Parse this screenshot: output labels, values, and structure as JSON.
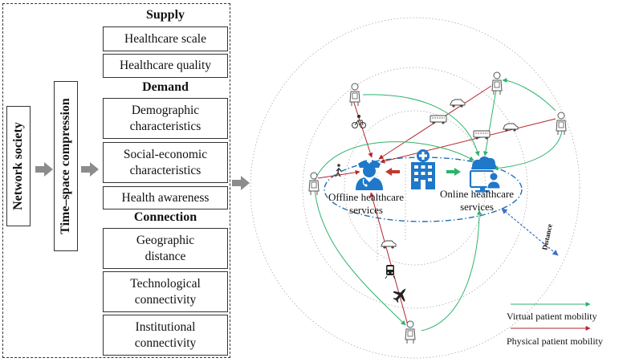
{
  "left_panel": {
    "vertical_labels": {
      "network_society": "Network society",
      "time_space": "Time–space compression"
    },
    "sections": {
      "supply": {
        "title": "Supply",
        "items": [
          "Healthcare scale",
          "Healthcare quality"
        ]
      },
      "demand": {
        "title": "Demand",
        "items": [
          [
            "Demographic",
            "characteristics"
          ],
          [
            "Social-economic",
            "characteristics"
          ],
          [
            "Health awareness"
          ]
        ]
      },
      "connection": {
        "title": "Connection",
        "items": [
          [
            "Geographic",
            "distance"
          ],
          [
            "Technological",
            "connectivity"
          ],
          [
            "Institutional",
            "connectivity"
          ]
        ]
      }
    }
  },
  "diagram": {
    "offline_label": [
      "Offline healthcare",
      "services"
    ],
    "online_label": [
      "Online healthcare",
      "services"
    ],
    "distance_label": "Distance",
    "legend": {
      "virtual": "Virtual patient mobility",
      "physical": "Physical patient mobility",
      "virtual_color": "#2db36a",
      "physical_color": "#b3262b"
    },
    "colors": {
      "icon_blue": "#1f78c8",
      "ellipse": "#1f6fb5",
      "arrow_gray": "#8c8c8c"
    }
  }
}
